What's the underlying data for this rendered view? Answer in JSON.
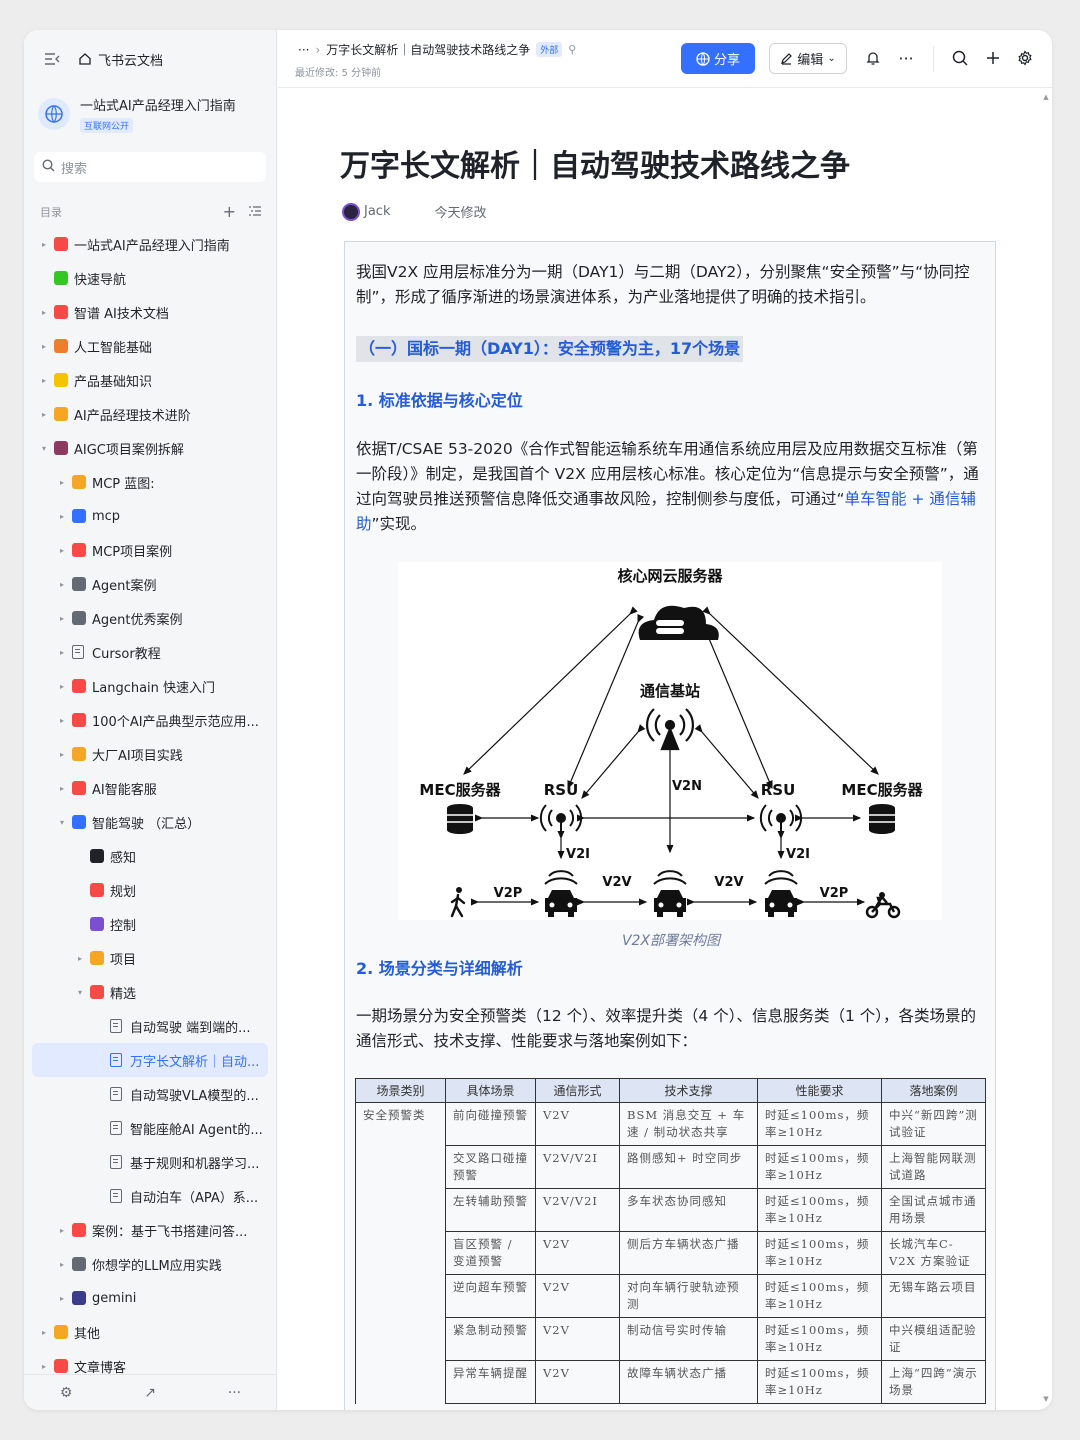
{
  "app": {
    "name": "飞书云文档"
  },
  "wiki": {
    "title": "一站式AI产品经理入门指南",
    "tag": "互联网公开"
  },
  "sidebar": {
    "search_placeholder": "搜索",
    "toc_label": "目录",
    "items": [
      {
        "label": "一站式AI产品经理入门指南",
        "level": 0,
        "arrow": "▸",
        "icon": "target-icon",
        "color": "#f54a45"
      },
      {
        "label": "快速导航",
        "level": 0,
        "arrow": "",
        "icon": "compass-icon",
        "color": "#34c724"
      },
      {
        "label": "智谱 AI技术文档",
        "level": 0,
        "arrow": "▸",
        "icon": "flag-icon",
        "color": "#f54a45"
      },
      {
        "label": "人工智能基础",
        "level": 0,
        "arrow": "▸",
        "icon": "face-icon",
        "color": "#f07d2b"
      },
      {
        "label": "产品基础知识",
        "level": 0,
        "arrow": "▸",
        "icon": "banana-icon",
        "color": "#f5c400"
      },
      {
        "label": "AI产品经理技术进阶",
        "level": 0,
        "arrow": "▸",
        "icon": "muscle-icon",
        "color": "#f5a623"
      },
      {
        "label": "AIGC项目案例拆解",
        "level": 0,
        "arrow": "▾",
        "icon": "floppy-icon",
        "color": "#8b3a62"
      },
      {
        "label": "MCP 蓝图:",
        "level": 1,
        "arrow": "▸",
        "icon": "note-icon",
        "color": "#f5a623"
      },
      {
        "label": "mcp",
        "level": 1,
        "arrow": "▸",
        "icon": "bird-icon",
        "color": "#3370ff"
      },
      {
        "label": "MCP项目案例",
        "level": 1,
        "arrow": "▸",
        "icon": "pin-icon",
        "color": "#f54a45"
      },
      {
        "label": "Agent案例",
        "level": 1,
        "arrow": "▸",
        "icon": "robot-icon",
        "color": "#646a73"
      },
      {
        "label": "Agent优秀案例",
        "level": 1,
        "arrow": "▸",
        "icon": "robot-icon",
        "color": "#646a73"
      },
      {
        "label": "Cursor教程",
        "level": 1,
        "arrow": "▸",
        "icon": "doc-icon",
        "color": ""
      },
      {
        "label": "Langchain 快速入门",
        "level": 1,
        "arrow": "▸",
        "icon": "flag-icon",
        "color": "#f54a45"
      },
      {
        "label": "100个AI产品典型示范应用...",
        "level": 1,
        "arrow": "▸",
        "icon": "hundred-icon",
        "color": "#f54a45"
      },
      {
        "label": "大厂AI项目实践",
        "level": 1,
        "arrow": "▸",
        "icon": "medal-icon",
        "color": "#f5a623"
      },
      {
        "label": "AI智能客服",
        "level": 1,
        "arrow": "▸",
        "icon": "phone-icon",
        "color": "#f54a45"
      },
      {
        "label": "智能驾驶 （汇总）",
        "level": 1,
        "arrow": "▾",
        "icon": "car-icon",
        "color": "#3370ff"
      },
      {
        "label": "感知",
        "level": 2,
        "arrow": "",
        "icon": "eyes-icon",
        "color": "#1f2329"
      },
      {
        "label": "规划",
        "level": 2,
        "arrow": "",
        "icon": "pushpin-icon",
        "color": "#f54a45"
      },
      {
        "label": "控制",
        "level": 2,
        "arrow": "",
        "icon": "gamepad-icon",
        "color": "#7a4fd1"
      },
      {
        "label": "项目",
        "level": 2,
        "arrow": "▸",
        "icon": "sun-icon",
        "color": "#f5a623"
      },
      {
        "label": "精选",
        "level": 2,
        "arrow": "▾",
        "icon": "target-icon",
        "color": "#f54a45"
      },
      {
        "label": "自动驾驶 端到端的...",
        "level": 3,
        "arrow": "",
        "icon": "doc-icon",
        "color": ""
      },
      {
        "label": "万字长文解析｜自动...",
        "level": 3,
        "arrow": "",
        "icon": "doc-icon",
        "color": "",
        "active": true
      },
      {
        "label": "自动驾驶VLA模型的...",
        "level": 3,
        "arrow": "",
        "icon": "doc-icon",
        "color": ""
      },
      {
        "label": "智能座舱AI Agent的...",
        "level": 3,
        "arrow": "",
        "icon": "doc-icon",
        "color": ""
      },
      {
        "label": "基于规则和机器学习...",
        "level": 3,
        "arrow": "",
        "icon": "doc-icon",
        "color": ""
      },
      {
        "label": "自动泊车（APA）系...",
        "level": 3,
        "arrow": "",
        "icon": "doc-icon",
        "color": ""
      },
      {
        "label": "案例：基于飞书搭建问答...",
        "level": 1,
        "arrow": "▸",
        "icon": "flag-icon",
        "color": "#f54a45"
      },
      {
        "label": "你想学的LLM应用实践",
        "level": 1,
        "arrow": "▸",
        "icon": "tools-icon",
        "color": "#646a73"
      },
      {
        "label": "gemini",
        "level": 1,
        "arrow": "▸",
        "icon": "circle-icon",
        "color": "#3c3c8c"
      },
      {
        "label": "其他",
        "level": 0,
        "arrow": "▸",
        "icon": "folder-icon",
        "color": "#f5a623"
      },
      {
        "label": "文章博客",
        "level": 0,
        "arrow": "▸",
        "icon": "flag-icon",
        "color": "#f54a45"
      }
    ]
  },
  "topbar": {
    "breadcrumb_ellipsis": "···",
    "breadcrumb_title": "万字长文解析｜自动驾驶技术路线之争",
    "external_tag": "外部",
    "last_modified": "最近修改: 5 分钟前",
    "share_label": "分享",
    "edit_label": "编辑"
  },
  "document": {
    "title": "万字长文解析｜自动驾驶技术路线之争",
    "author": "Jack",
    "modified": "今天修改",
    "intro": "我国V2X 应用层标准分为一期（DAY1）与二期（DAY2），分别聚焦“安全预警”与“协同控制”，形成了循序渐进的场景演进体系，为产业落地提供了明确的技术指引。",
    "section_title": "（一）国标一期（DAY1）：安全预警为主，17个场景",
    "heading1": "1. 标准依据与核心定位",
    "para2_before": "依据T/CSAE 53-2020《合作式智能运输系统车用通信系统应用层及应用数据交互标准（第一阶段）》制定，是我国首个 V2X 应用层核心标准。核心定位为“信息提示与安全预警”，通过向驾驶员推送预警信息降低交通事故风险，控制侧参与度低，可通过“",
    "para2_link": "单车智能 + 通信辅助",
    "para2_after": "”实现。",
    "diagram": {
      "cloud": "核心网云服务器",
      "base_station": "通信基站",
      "mec_left": "MEC服务器",
      "mec_right": "MEC服务器",
      "rsu_left": "RSU",
      "rsu_right": "RSU",
      "v2n": "V2N",
      "v2i_left": "V2I",
      "v2i_right": "V2I",
      "v2p_left": "V2P",
      "v2p_right": "V2P",
      "v2v_left": "V2V",
      "v2v_right": "V2V"
    },
    "caption": "V2X部署架构图",
    "heading2": "2. 场景分类与详细解析",
    "para3": "一期场景分为安全预警类（12 个）、效率提升类（4 个）、信息服务类（1 个），各类场景的通信形式、技术支撑、性能要求与落地案例如下：",
    "table": {
      "headers": [
        "场景类别",
        "具体场景",
        "通信形式",
        "技术支撑",
        "性能要求",
        "落地案例"
      ],
      "category": "安全预警类",
      "rows": [
        [
          "前向碰撞预警",
          "V2V",
          "BSM 消息交互 + 车速 / 制动状态共享",
          "时延≤100ms，频率≥10Hz",
          "中兴“新四跨”测试验证"
        ],
        [
          "交叉路口碰撞预警",
          "V2V/V2I",
          "路侧感知+ 时空同步",
          "时延≤100ms，频率≥10Hz",
          "上海智能网联测试道路"
        ],
        [
          "左转辅助预警",
          "V2V/V2I",
          "多车状态协同感知",
          "时延≤100ms，频率≥10Hz",
          "全国试点城市通用场景"
        ],
        [
          "盲区预警 / 变道预警",
          "V2V",
          "侧后方车辆状态广播",
          "时延≤100ms，频率≥10Hz",
          "长城汽车C-V2X 方案验证"
        ],
        [
          "逆向超车预警",
          "V2V",
          "对向车辆行驶轨迹预测",
          "时延≤100ms，频率≥10Hz",
          "无锡车路云项目"
        ],
        [
          "紧急制动预警",
          "V2V",
          "制动信号实时传输",
          "时延≤100ms，频率≥10Hz",
          "中兴模组适配验证"
        ],
        [
          "异常车辆提醒",
          "V2V",
          "故障车辆状态广播",
          "时延≤100ms，频率≥10Hz",
          "上海“四跨”演示场景"
        ]
      ]
    }
  }
}
